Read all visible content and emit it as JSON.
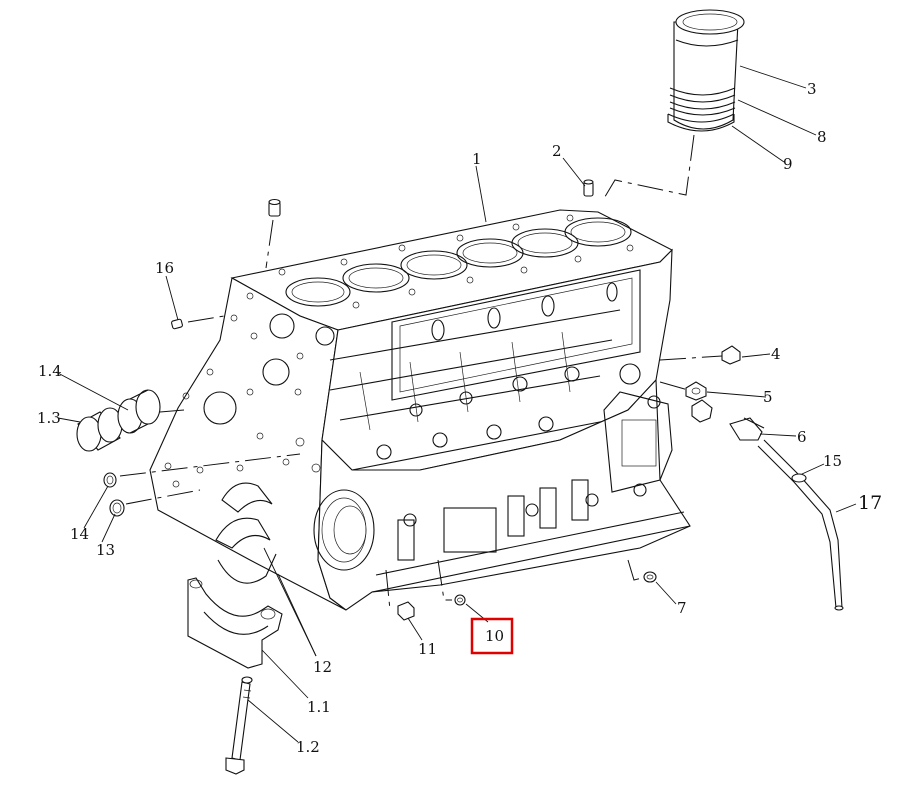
{
  "diagram": {
    "subject": "engine cylinder block exploded view",
    "highlight_color": "#e00000",
    "highlighted_callout": "10",
    "callouts": [
      {
        "id": "c-1",
        "label": "1"
      },
      {
        "id": "c-2",
        "label": "2"
      },
      {
        "id": "c-3",
        "label": "3"
      },
      {
        "id": "c-8",
        "label": "8"
      },
      {
        "id": "c-9",
        "label": "9"
      },
      {
        "id": "c-16",
        "label": "16"
      },
      {
        "id": "c-4",
        "label": "4"
      },
      {
        "id": "c-5",
        "label": "5"
      },
      {
        "id": "c-6",
        "label": "6"
      },
      {
        "id": "c-15",
        "label": "15"
      },
      {
        "id": "c-17",
        "label": "17"
      },
      {
        "id": "c-1-4",
        "label": "1.4"
      },
      {
        "id": "c-1-3",
        "label": "1.3"
      },
      {
        "id": "c-14",
        "label": "14"
      },
      {
        "id": "c-13",
        "label": "13"
      },
      {
        "id": "c-7",
        "label": "7"
      },
      {
        "id": "c-10",
        "label": "10"
      },
      {
        "id": "c-11",
        "label": "11"
      },
      {
        "id": "c-12",
        "label": "12"
      },
      {
        "id": "c-1-1",
        "label": "1.1"
      },
      {
        "id": "c-1-2",
        "label": "1.2"
      }
    ]
  }
}
